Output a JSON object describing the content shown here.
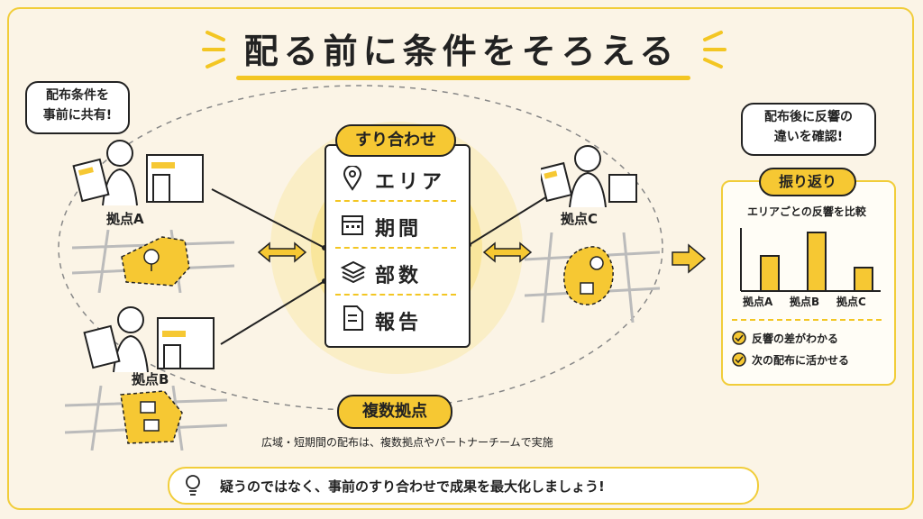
{
  "title": "配る前に条件をそろえる",
  "speech_left": [
    "配布条件を",
    "事前に共有!"
  ],
  "speech_right": [
    "配布後に反響の",
    "違いを確認!"
  ],
  "bases": {
    "a": "拠点A",
    "b": "拠点B",
    "c": "拠点C"
  },
  "center": {
    "header": "すり合わせ",
    "items": [
      "エリア",
      "期間",
      "部数",
      "報告"
    ]
  },
  "multi_badge": "複数拠点",
  "multi_caption": "広域・短期間の配布は、複数拠点やパートナーチームで実施",
  "review": {
    "header": "振り返り",
    "chart_title": "エリアごとの反響を比較",
    "checks": [
      "反響の差がわかる",
      "次の配布に活かせる"
    ]
  },
  "chart_data": {
    "type": "bar",
    "title": "エリアごとの反響を比較",
    "categories": [
      "拠点A",
      "拠点B",
      "拠点C"
    ],
    "values": [
      60,
      100,
      40
    ],
    "colors": {
      "bar": "#f6c833",
      "stroke": "#222222"
    }
  },
  "tip": "疑うのではなく、事前のすり合わせで成果を最大化しましょう!",
  "colors": {
    "accent": "#f6c833",
    "background": "#fbf4e6",
    "frame": "#f1cd3a"
  },
  "icons": [
    "location-pin-icon",
    "calendar-icon",
    "stack-icon",
    "report-icon",
    "lightbulb-icon",
    "arrow-right-icon",
    "double-arrow-icon"
  ]
}
